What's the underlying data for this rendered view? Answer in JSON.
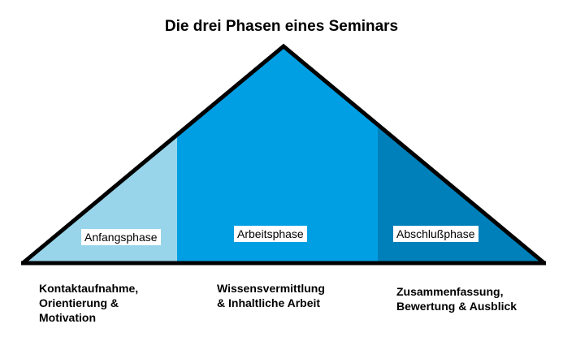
{
  "title": "Die drei Phasen eines Seminars",
  "colors": {
    "anfang": "#99D5EA",
    "arbeit": "#009FE3",
    "abschluss": "#0080BA",
    "outline": "#000000"
  },
  "phases": [
    {
      "label": "Anfangsphase",
      "description": "Kontaktaufnahme,\nOrientierung &\nMotivation"
    },
    {
      "label": "Arbeitsphase",
      "description": "Wissensvermittlung\n& Inhaltliche Arbeit"
    },
    {
      "label": "Abschlußphase",
      "description": "Zusammenfassung,\nBewertung & Ausblick"
    }
  ]
}
